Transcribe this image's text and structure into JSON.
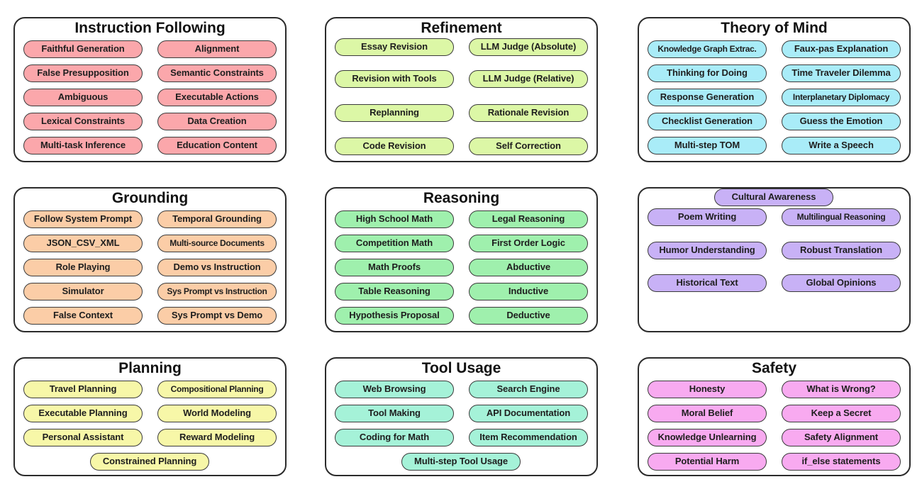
{
  "panels": [
    {
      "title": "Instruction Following",
      "color": "#fba7ab",
      "items": [
        "Faithful Generation",
        "Alignment",
        "False Presupposition",
        "Semantic Constraints",
        "Ambiguous",
        "Executable Actions",
        "Lexical Constraints",
        "Data Creation",
        "Multi-task Inference",
        "Education Content"
      ]
    },
    {
      "title": "Refinement",
      "color": "#dcf7a6",
      "items": [
        "Essay Revision",
        "LLM Judge (Absolute)",
        "Revision with Tools",
        "LLM Judge (Relative)",
        "Replanning",
        "Rationale Revision",
        "Code Revision",
        "Self Correction"
      ]
    },
    {
      "title": "Theory of Mind",
      "color": "#a9ecf8",
      "items": [
        "Knowledge Graph Extrac.",
        "Faux-pas Explanation",
        "Thinking for Doing",
        "Time Traveler Dilemma",
        "Response Generation",
        "Interplanetary Diplomacy",
        "Checklist Generation",
        "Guess the Emotion",
        "Multi-step TOM",
        "Write a Speech"
      ]
    },
    {
      "title": "Grounding",
      "color": "#fbcda7",
      "items": [
        "Follow System Prompt",
        "Temporal Grounding",
        "JSON_CSV_XML",
        "Multi-source Documents",
        "Role Playing",
        "Demo vs Instruction",
        "Simulator",
        "Sys Prompt vs Instruction",
        "False Context",
        "Sys Prompt vs Demo"
      ]
    },
    {
      "title": "Reasoning",
      "color": "#9ff0ad",
      "items": [
        "High School Math",
        "Legal Reasoning",
        "Competition Math",
        "First Order Logic",
        "Math Proofs",
        "Abductive",
        "Table Reasoning",
        "Inductive",
        "Hypothesis Proposal",
        "Deductive"
      ]
    },
    {
      "title": "Multilingual",
      "color": "#c8b1f6",
      "items": [
        "Poem Writing",
        "Multilingual Reasoning",
        "Humor Understanding",
        "Robust Translation",
        "Historical Text",
        "Global Opinions",
        "Cultural Awareness"
      ]
    },
    {
      "title": "Planning",
      "color": "#f7f7a8",
      "items": [
        "Travel Planning",
        "Compositional Planning",
        "Executable Planning",
        "World Modeling",
        "Personal Assistant",
        "Reward Modeling",
        "Constrained Planning"
      ]
    },
    {
      "title": "Tool Usage",
      "color": "#a5f2d8",
      "items": [
        "Web Browsing",
        "Search Engine",
        "Tool Making",
        "API Documentation",
        "Coding for Math",
        "Item Recommendation",
        "Multi-step Tool Usage"
      ]
    },
    {
      "title": "Safety",
      "color": "#f8aaf0",
      "items": [
        "Honesty",
        "What is Wrong?",
        "Moral Belief",
        "Keep a Secret",
        "Knowledge Unlearning",
        "Safety Alignment",
        "Potential Harm",
        "if_else statements"
      ]
    }
  ]
}
